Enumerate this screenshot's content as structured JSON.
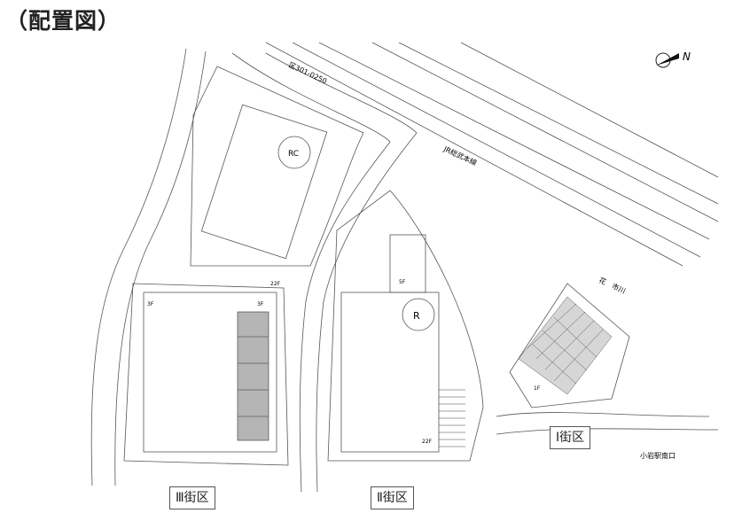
{
  "title": "（配置図）",
  "compass": {
    "label": "N"
  },
  "district_labels": {
    "district_1": "Ⅰ街区",
    "district_2": "Ⅱ街区",
    "district_3": "Ⅲ街区"
  },
  "map_text": {
    "station_exit": "小岩駅南口",
    "river": "花　市川",
    "railway": "JR総武本線",
    "road": "区301-0250"
  },
  "building_labels": {
    "heliport_north": "RC",
    "heliport_center": "R",
    "floor_3f_a": "3F",
    "floor_3f_b": "3F",
    "floor_22f": "22F",
    "floor_5f": "5F",
    "floor_22f_b": "22F",
    "floor_1f_lot": "1F"
  },
  "colors": {
    "line": "#555555",
    "hatch": "#777777",
    "building": "#444444"
  }
}
